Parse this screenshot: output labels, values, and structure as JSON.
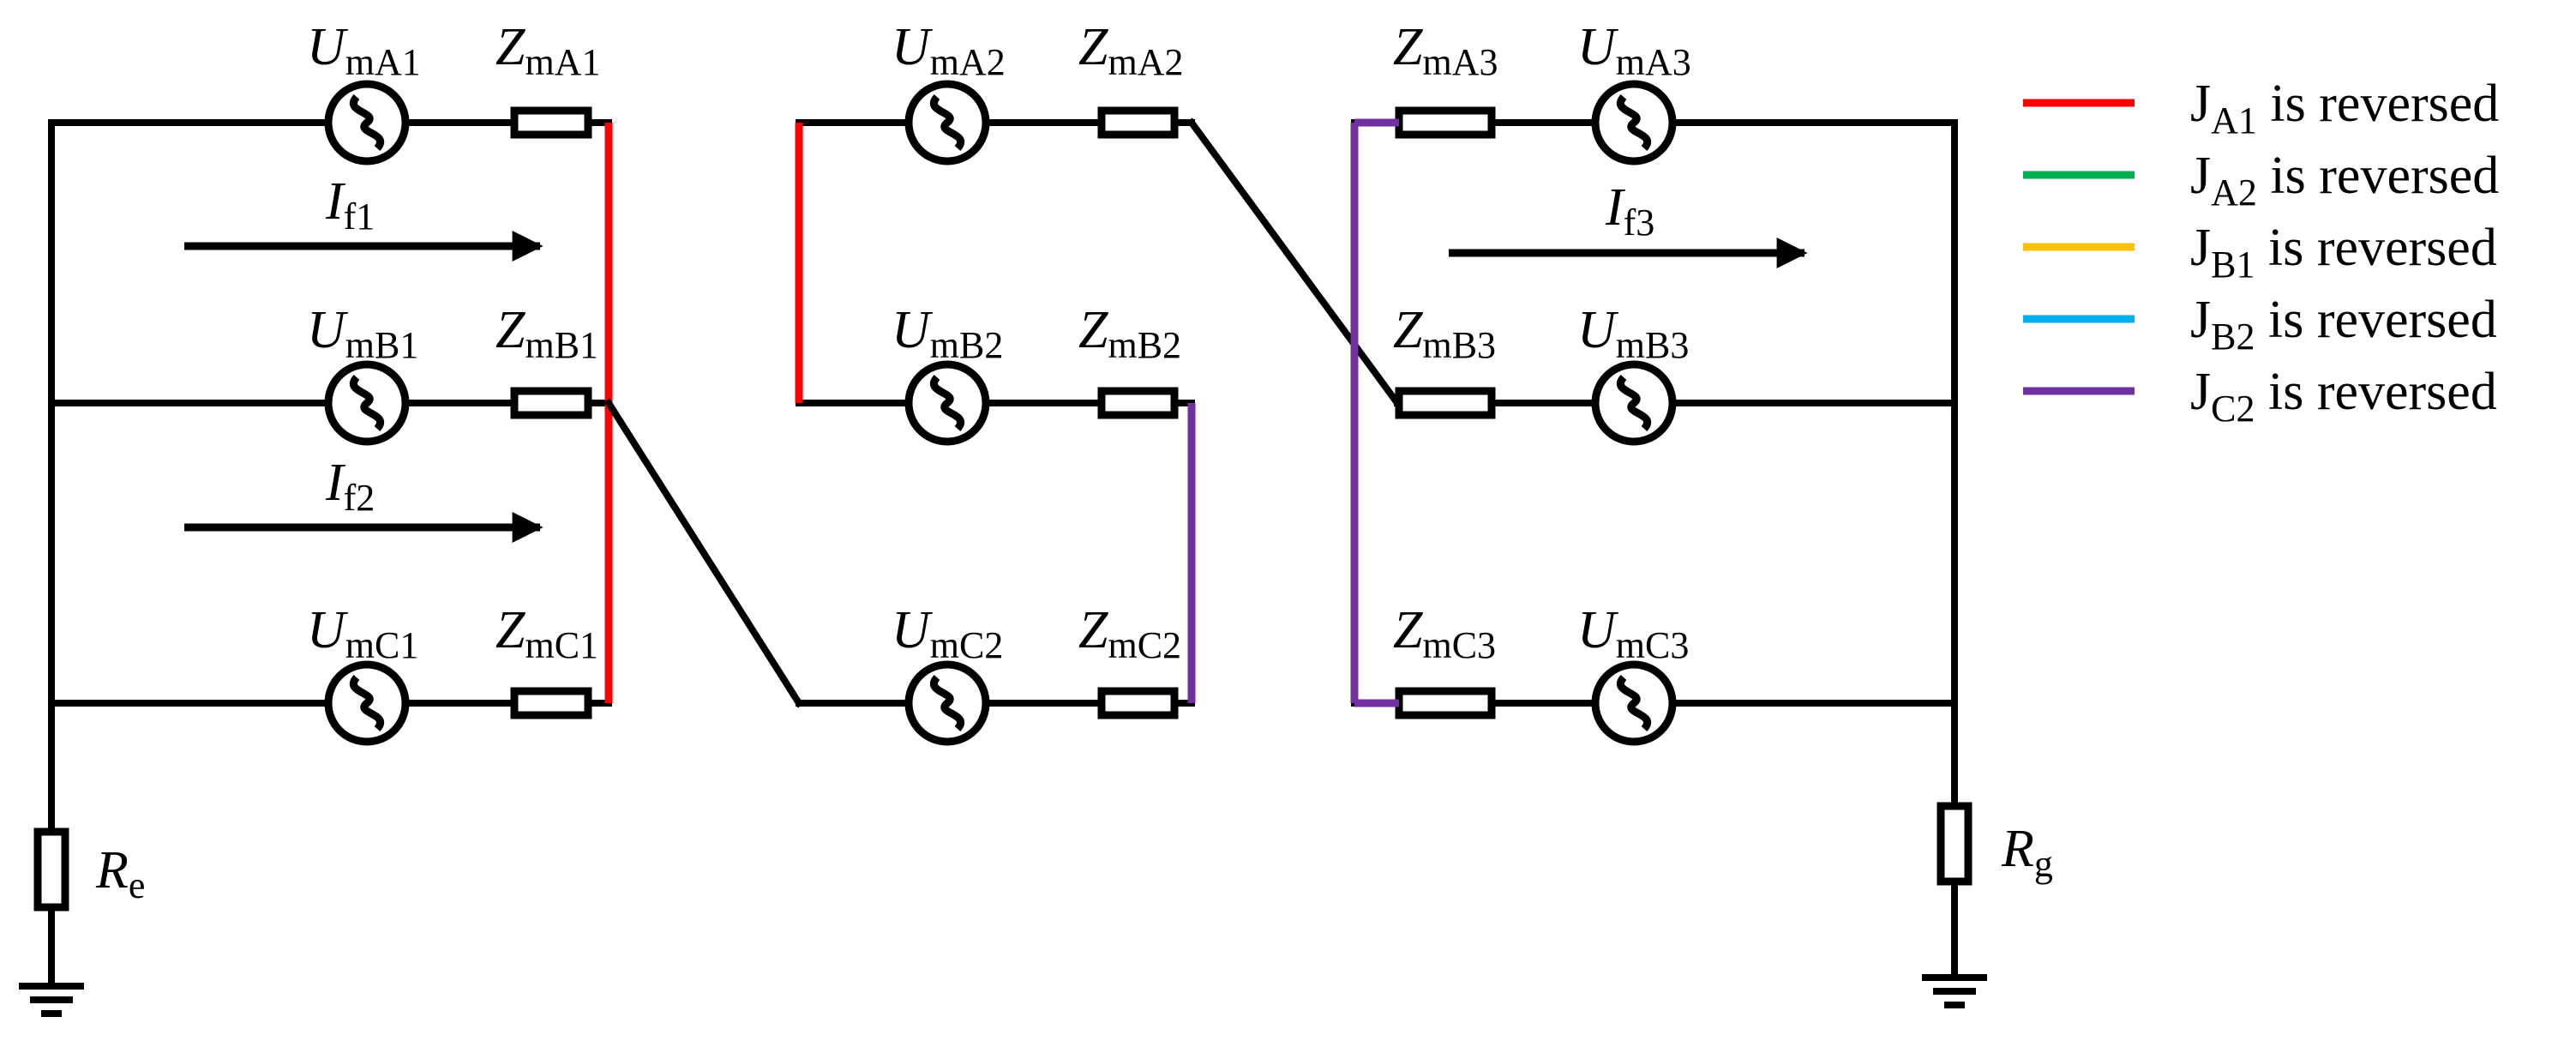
{
  "colors": {
    "wire": "#000000",
    "jA1": "#ff0000",
    "jA2": "#00b050",
    "jB1": "#ffc000",
    "jB2": "#00b0f0",
    "jC2": "#7030a0"
  },
  "icons": {
    "source": "ac-voltage-source-icon",
    "impedance": "impedance-icon",
    "resistor": "resistor-icon",
    "ground": "ground-icon"
  },
  "labels": {
    "U": "U",
    "Z": "Z",
    "I": "I",
    "R": "R",
    "UmA1": "mA1",
    "UmB1": "mB1",
    "UmC1": "mC1",
    "ZmA1": "mA1",
    "ZmB1": "mB1",
    "ZmC1": "mC1",
    "UmA2": "mA2",
    "UmB2": "mB2",
    "UmC2": "mC2",
    "ZmA2": "mA2",
    "ZmB2": "mB2",
    "ZmC2": "mC2",
    "UmA3": "mA3",
    "UmB3": "mB3",
    "UmC3": "mC3",
    "ZmA3": "mA3",
    "ZmB3": "mB3",
    "ZmC3": "mC3",
    "If1": "f1",
    "If2": "f2",
    "If3": "f3",
    "Re": "e",
    "Rg": "g"
  },
  "legend": [
    {
      "main": "J",
      "sub": "A1",
      "text": " is reversed",
      "color": "#ff0000"
    },
    {
      "main": "J",
      "sub": "A2",
      "text": " is reversed",
      "color": "#00b050"
    },
    {
      "main": "J",
      "sub": "B1",
      "text": " is reversed",
      "color": "#ffc000"
    },
    {
      "main": "J",
      "sub": "B2",
      "text": " is reversed",
      "color": "#00b0f0"
    },
    {
      "main": "J",
      "sub": "C2",
      "text": " is reversed",
      "color": "#7030a0"
    }
  ]
}
